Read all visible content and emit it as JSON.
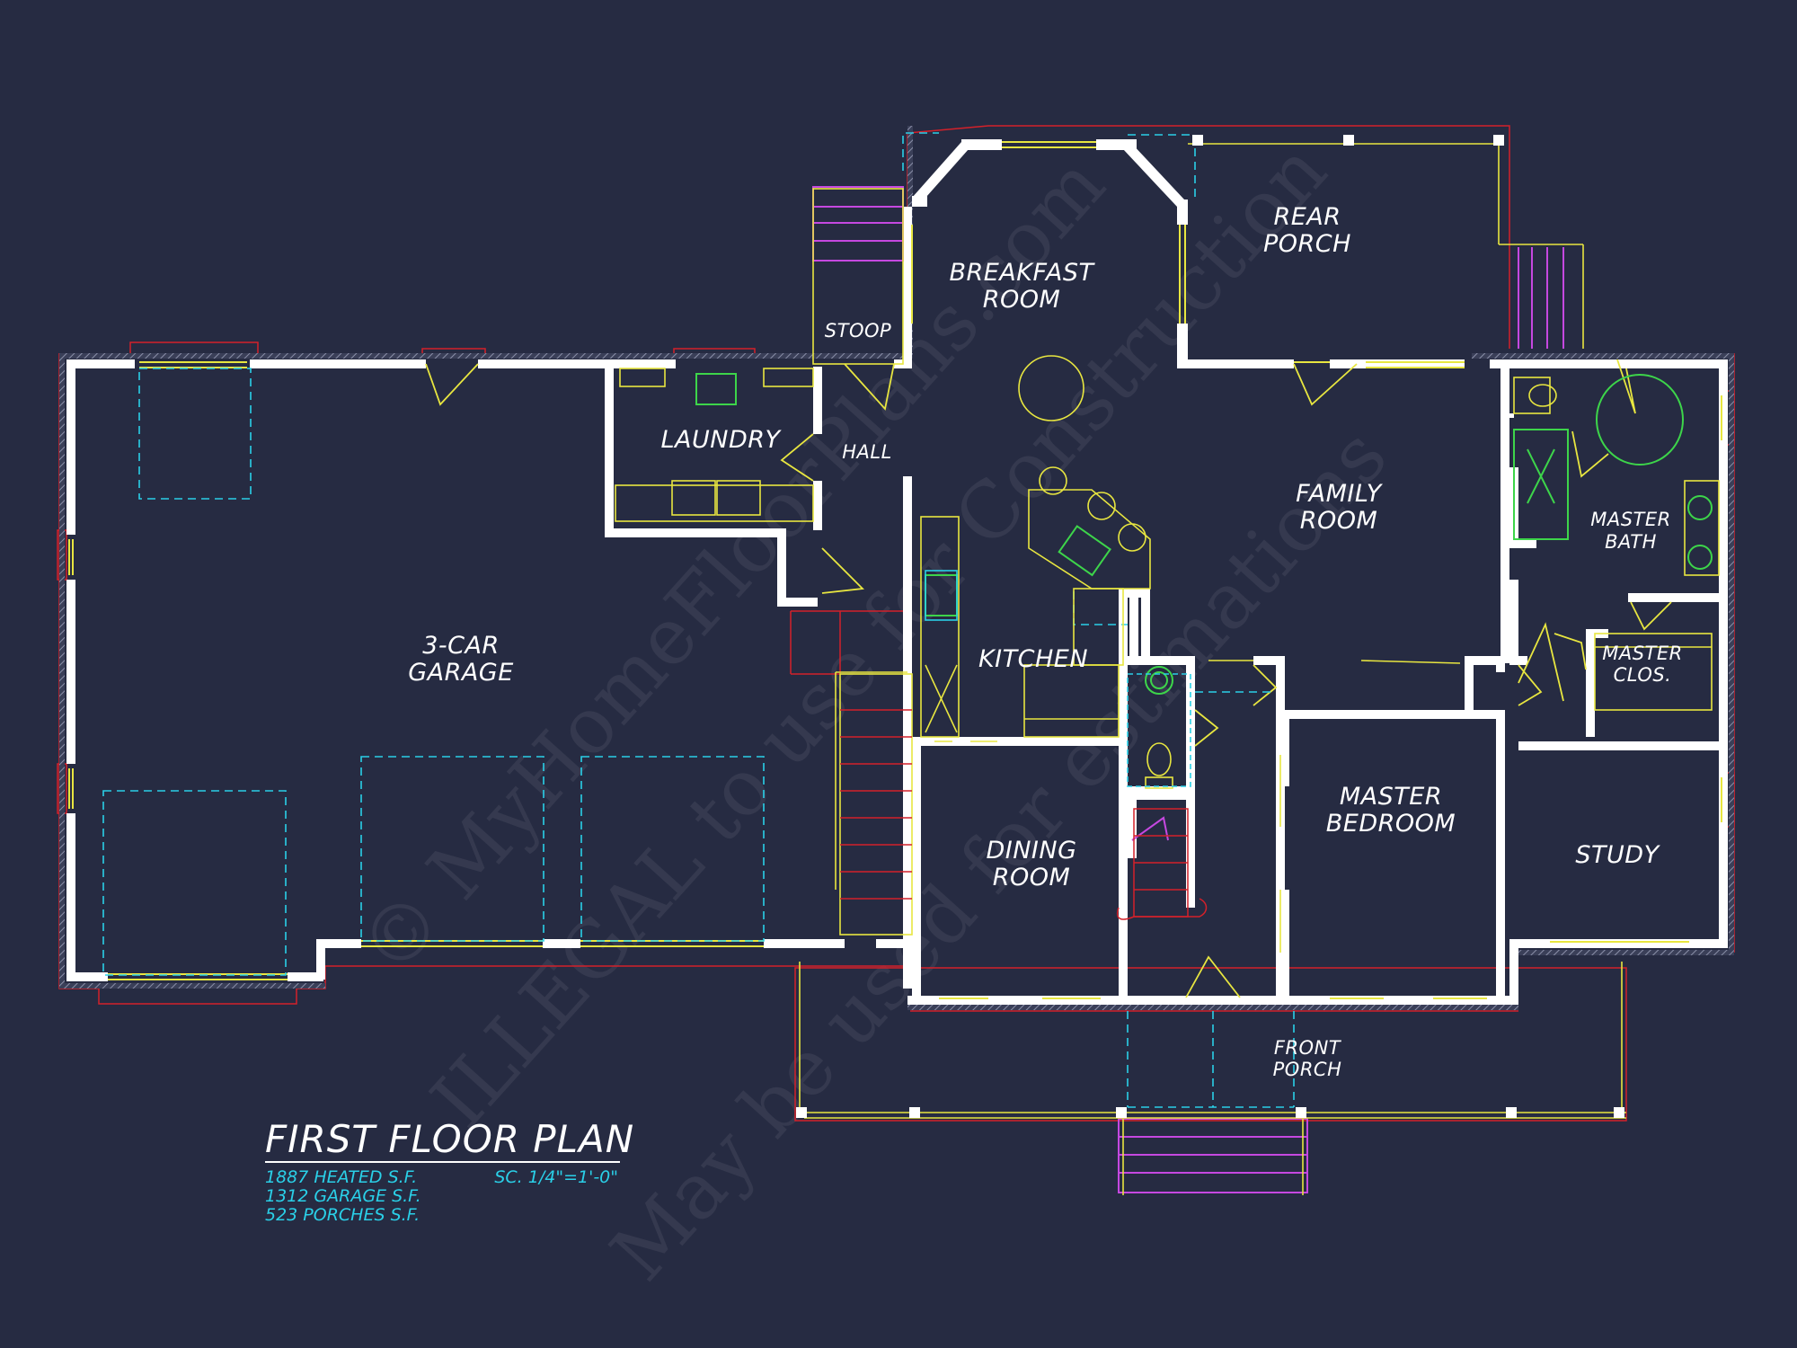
{
  "rooms": {
    "breakfast": [
      "BREAKFAST",
      "ROOM"
    ],
    "rear_porch": [
      "REAR",
      "PORCH"
    ],
    "stoop": "STOOP",
    "laundry": "LAUNDRY",
    "hall": "HALL",
    "family": [
      "FAMILY",
      "ROOM"
    ],
    "master_bath": [
      "MASTER",
      "BATH"
    ],
    "garage": [
      "3-CAR",
      "GARAGE"
    ],
    "kitchen": "KITCHEN",
    "master_closet": [
      "MASTER",
      "CLOS."
    ],
    "master_bedroom": [
      "MASTER",
      "BEDROOM"
    ],
    "dining": [
      "DINING",
      "ROOM"
    ],
    "study": "STUDY",
    "front_porch": [
      "FRONT",
      "PORCH"
    ]
  },
  "title_block": {
    "title": "FIRST FLOOR PLAN",
    "heated": "1887 HEATED S.F.",
    "garage": "1312 GARAGE S.F.",
    "porches": "523 PORCHES S.F.",
    "scale": "SC. 1/4\"=1'-0\""
  },
  "watermark": [
    "© MyHomeFloorPlans.com",
    "ILLEGAL to use for Construction",
    "May be used for estimations"
  ],
  "colors": {
    "background": "#262b42",
    "walls": "#ffffff",
    "windows": "#e8e640",
    "roofline": "#d4212a",
    "dashed": "#2ad0e8",
    "steps": "#c548e0",
    "fixtures": "#3dd54a"
  }
}
